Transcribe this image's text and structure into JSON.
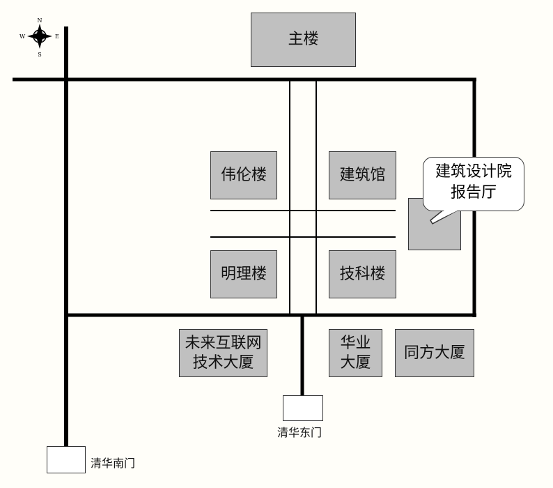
{
  "compass": {
    "n": "N",
    "s": "S",
    "e": "E",
    "w": "W"
  },
  "buildings": {
    "main": "主楼",
    "weilun": "伟伦楼",
    "jianzhu": "建筑馆",
    "mingli": "明理楼",
    "jike": "技科楼",
    "future_internet_line1": "未来互联网",
    "future_internet_line2": "技术大厦",
    "huaye_line1": "华业",
    "huaye_line2": "大厦",
    "tongfang": "同方大厦"
  },
  "callout": {
    "line1": "建筑设计院",
    "line2": "报告厅"
  },
  "gates": {
    "east": "清华东门",
    "south": "清华南门"
  }
}
